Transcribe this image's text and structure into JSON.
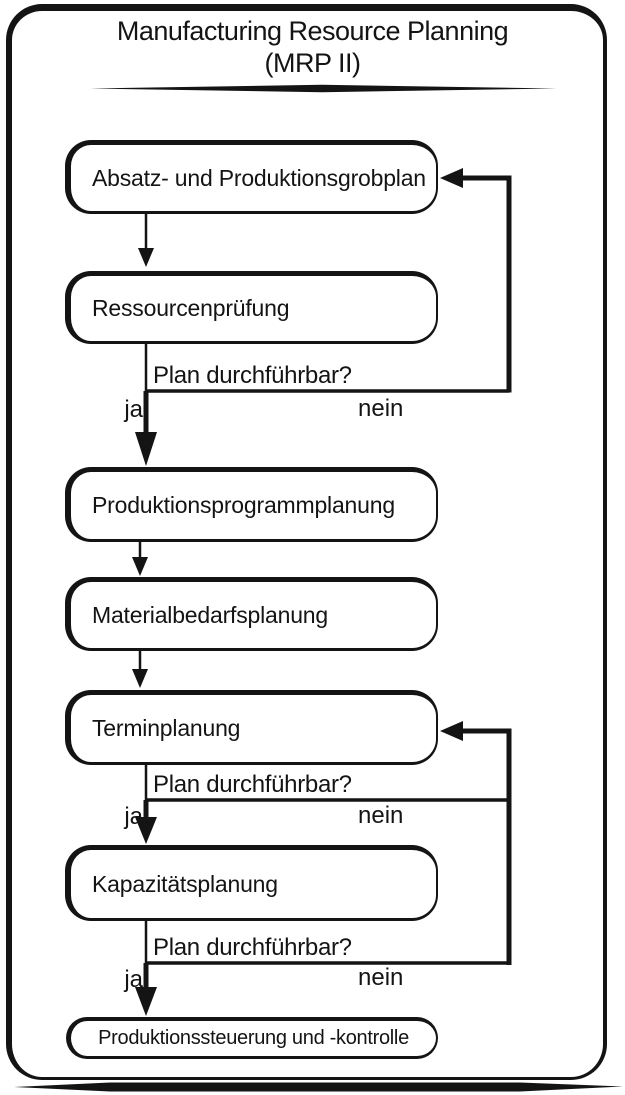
{
  "colors": {
    "ink": "#141414",
    "background": "#ffffff"
  },
  "title": {
    "line1": "Manufacturing Resource Planning",
    "line2": "(MRP II)"
  },
  "nodes": [
    {
      "label": "Absatz- und Produktionsgrobplan"
    },
    {
      "label": "Ressourcenprüfung"
    },
    {
      "label": "Produktionsprogrammplanung"
    },
    {
      "label": "Materialbedarfsplanung"
    },
    {
      "label": "Terminplanung"
    },
    {
      "label": "Kapazitätsplanung"
    },
    {
      "label": "Produktionssteuerung und -kontrolle"
    }
  ],
  "decisions": [
    {
      "question": "Plan durchführbar?",
      "yes_label": "ja",
      "no_label": "nein",
      "no_target": "Absatz- und Produktionsgrobplan"
    },
    {
      "question": "Plan durchführbar?",
      "yes_label": "ja",
      "no_label": "nein",
      "no_target": "Terminplanung"
    },
    {
      "question": "Plan durchführbar?",
      "yes_label": "ja",
      "no_label": "nein",
      "no_target": "Terminplanung"
    }
  ]
}
